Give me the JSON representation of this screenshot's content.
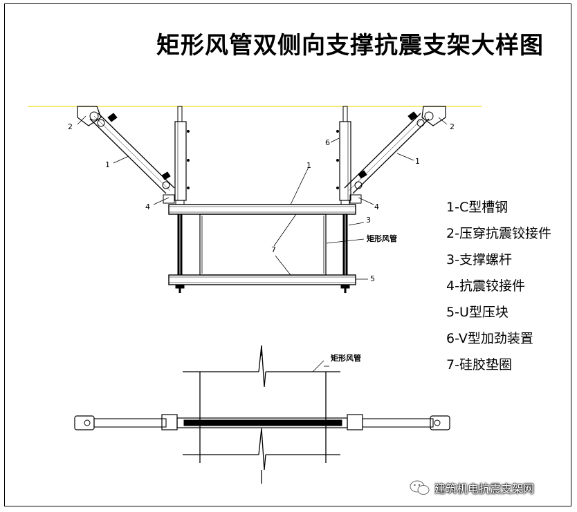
{
  "title": "矩形风管双侧向支撑抗震支架大样图",
  "legend": [
    "1-C型槽钢",
    "2-压穿抗震铰接件",
    "3-支撑螺杆",
    "4-抗震铰接件",
    "5-U型压块",
    "6-V型加劲装置",
    "7-硅胶垫圈"
  ],
  "callouts": {
    "n1": "1",
    "n2": "2",
    "n3": "3",
    "n4": "4",
    "n5": "5",
    "n6": "6",
    "n7": "7",
    "duct_label": "矩形风管"
  },
  "watermark": {
    "text": "建筑机电抗震支架网",
    "icon": "wechat-icon"
  },
  "colors": {
    "line": "#000000",
    "ceiling_line": "#f5e24a",
    "background": "#ffffff"
  }
}
